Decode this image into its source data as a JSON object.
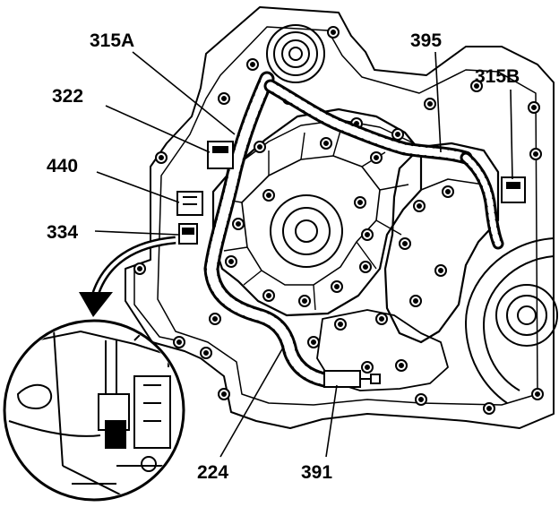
{
  "diagram": {
    "type": "exploded-technical-illustration",
    "callouts": [
      {
        "id": "315A",
        "label": "315A"
      },
      {
        "id": "322",
        "label": "322"
      },
      {
        "id": "440",
        "label": "440"
      },
      {
        "id": "334",
        "label": "334"
      },
      {
        "id": "395",
        "label": "395"
      },
      {
        "id": "315B",
        "label": "315B"
      },
      {
        "id": "224",
        "label": "224"
      },
      {
        "id": "391",
        "label": "391"
      }
    ],
    "inset": {
      "shape": "circle",
      "content": "connector detail"
    },
    "colors": {
      "line": "#000000",
      "background": "#ffffff"
    }
  }
}
